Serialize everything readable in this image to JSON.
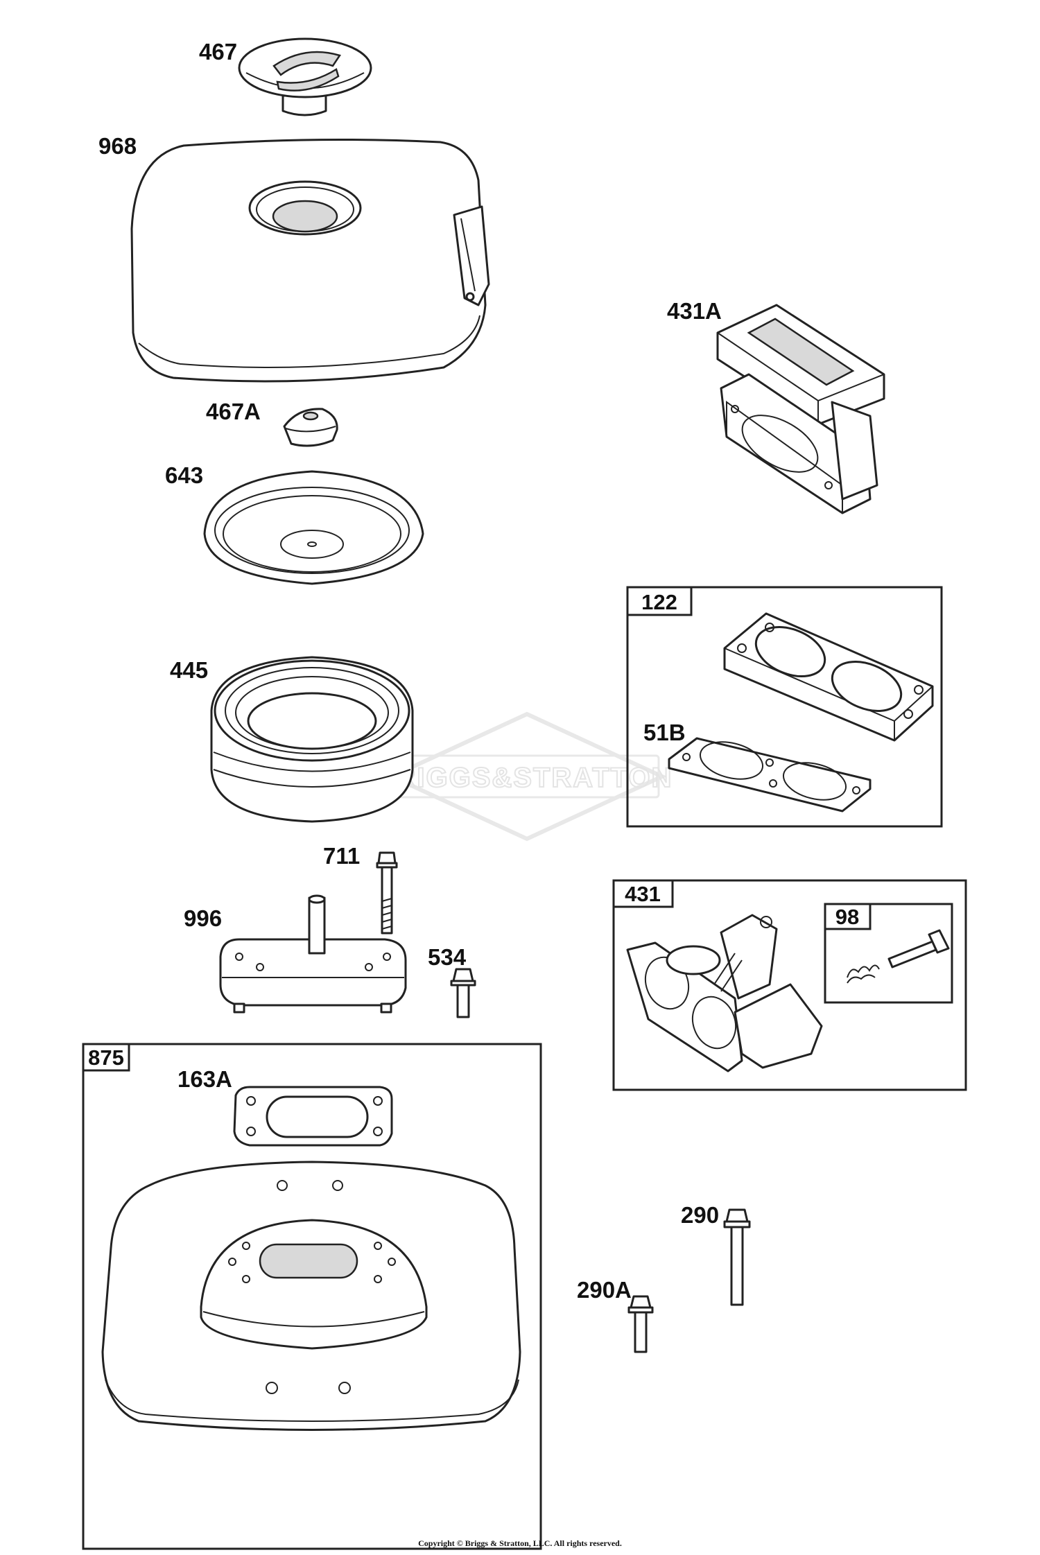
{
  "watermark": {
    "brand": "BRIGGS&STRATTON"
  },
  "parts": {
    "p467": "467",
    "p968": "968",
    "p467A": "467A",
    "p643": "643",
    "p445": "445",
    "p711": "711",
    "p996": "996",
    "p534": "534",
    "p163A": "163A",
    "p431A": "431A",
    "p51B": "51B",
    "p290": "290",
    "p290A": "290A"
  },
  "kits": {
    "k122": "122",
    "k431": "431",
    "k98": "98",
    "k875": "875"
  },
  "footer": {
    "copyright": "Copyright © Briggs & Stratton, LLC. All rights reserved."
  }
}
